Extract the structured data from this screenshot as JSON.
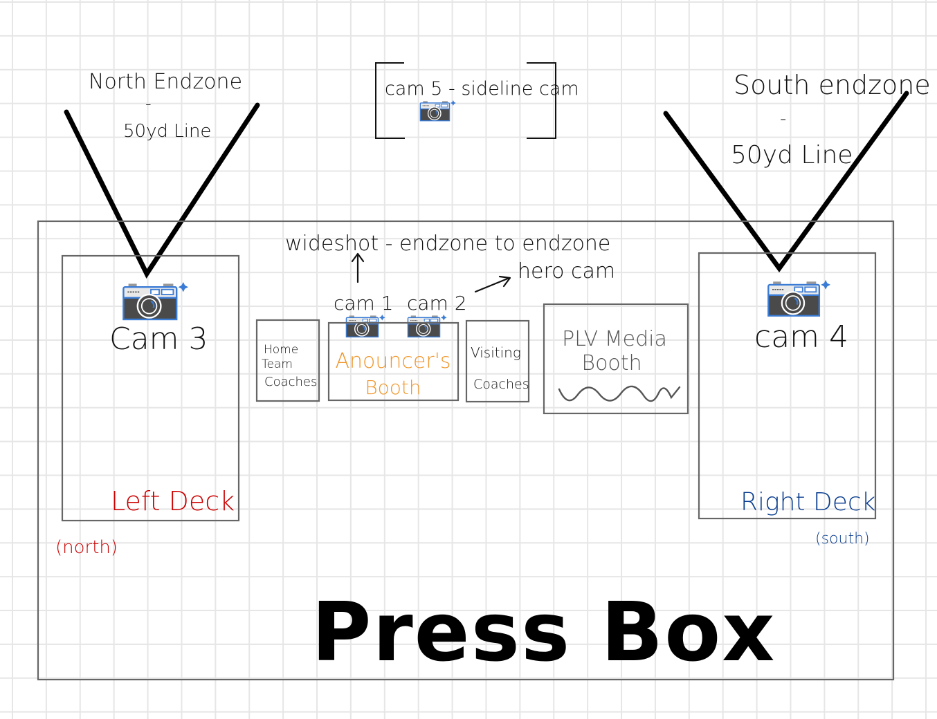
{
  "diagram": {
    "title": "Press Box",
    "colors": {
      "north_label": "#cc0000",
      "south_label": "#0a3d8f",
      "announcer_label": "#f0962a",
      "box_stroke": "#666666",
      "camera_body": "#4a4a4a",
      "camera_accent": "#3a7bd5"
    },
    "view_cones": [
      {
        "id": "north",
        "line1": "North Endzone",
        "dash": "-",
        "line2": "50yd Line"
      },
      {
        "id": "south",
        "line1": "South endzone",
        "dash": "-",
        "line2": "50yd Line"
      }
    ],
    "sideline": {
      "label": "cam 5 - sideline cam",
      "icon": "camera-icon"
    },
    "left_deck": {
      "camera_label": "Cam 3",
      "label": "Left Deck",
      "direction": "(north)",
      "icon": "camera-icon"
    },
    "right_deck": {
      "camera_label": "cam 4",
      "label": "Right Deck",
      "direction": "(south)",
      "icon": "camera-icon"
    },
    "wideshot_note": "wideshot - endzone to endzone",
    "hero_note": "hero cam",
    "booth_cameras": [
      {
        "label": "cam 1",
        "icon": "camera-icon"
      },
      {
        "label": "cam 2",
        "icon": "camera-icon"
      }
    ],
    "rooms": {
      "home": {
        "line1": "Home",
        "line2": "Team",
        "line3": "Coaches"
      },
      "announcer": {
        "line1": "Anouncer's",
        "line2": "Booth"
      },
      "visiting": {
        "line1": "Visiting",
        "line2": "Coaches"
      },
      "media": {
        "line1": "PLV Media",
        "line2": "Booth"
      }
    }
  }
}
